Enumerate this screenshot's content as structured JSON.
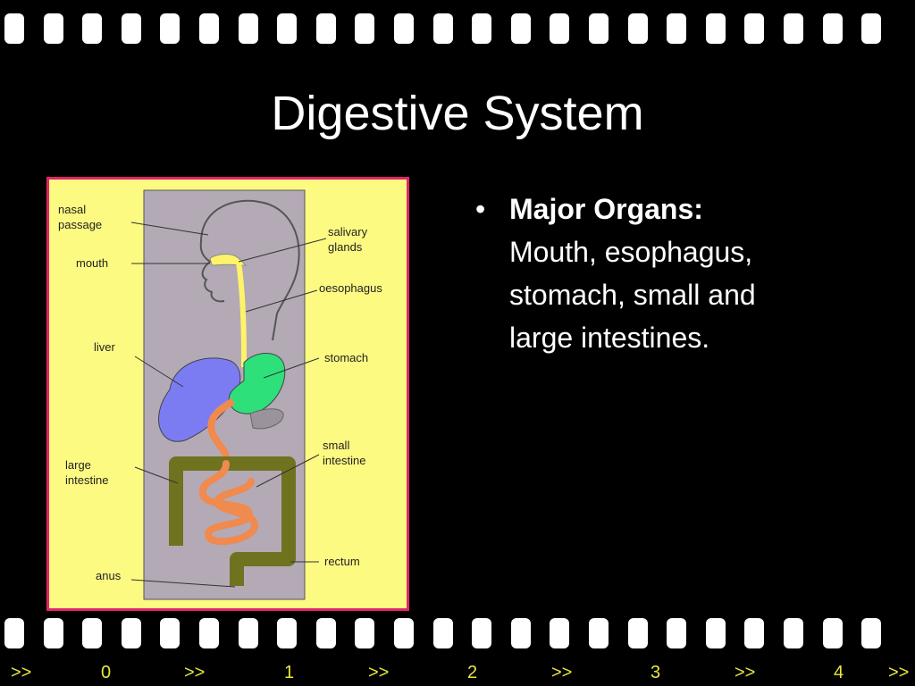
{
  "slide": {
    "title": "Digestive System"
  },
  "diagram": {
    "labels": {
      "nasal_passage_1": "nasal",
      "nasal_passage_2": "passage",
      "mouth": "mouth",
      "liver": "liver",
      "large_intestine_1": "large",
      "large_intestine_2": "intestine",
      "anus": "anus",
      "salivary_glands_1": "salivary",
      "salivary_glands_2": "glands",
      "oesophagus": "oesophagus",
      "stomach": "stomach",
      "small_intestine_1": "small",
      "small_intestine_2": "intestine",
      "rectum": "rectum"
    },
    "colors": {
      "background": "#fdfa82",
      "border": "#e0246b",
      "body": "#b4aab6",
      "liver": "#7c7cf2",
      "stomach": "#2ee07a",
      "esophagus": "#fff36a",
      "small_intestine": "#f08a4e",
      "large_intestine": "#6f7320"
    }
  },
  "bullet": {
    "marker": "•",
    "heading": "Major Organs:",
    "lines": [
      "Mouth, esophagus,",
      "stomach, small and",
      "large intestines."
    ]
  },
  "nav": {
    "items": [
      ">>",
      "0",
      ">>",
      "1",
      ">>",
      "2",
      ">>",
      "3",
      ">>",
      "4",
      ">>"
    ]
  }
}
